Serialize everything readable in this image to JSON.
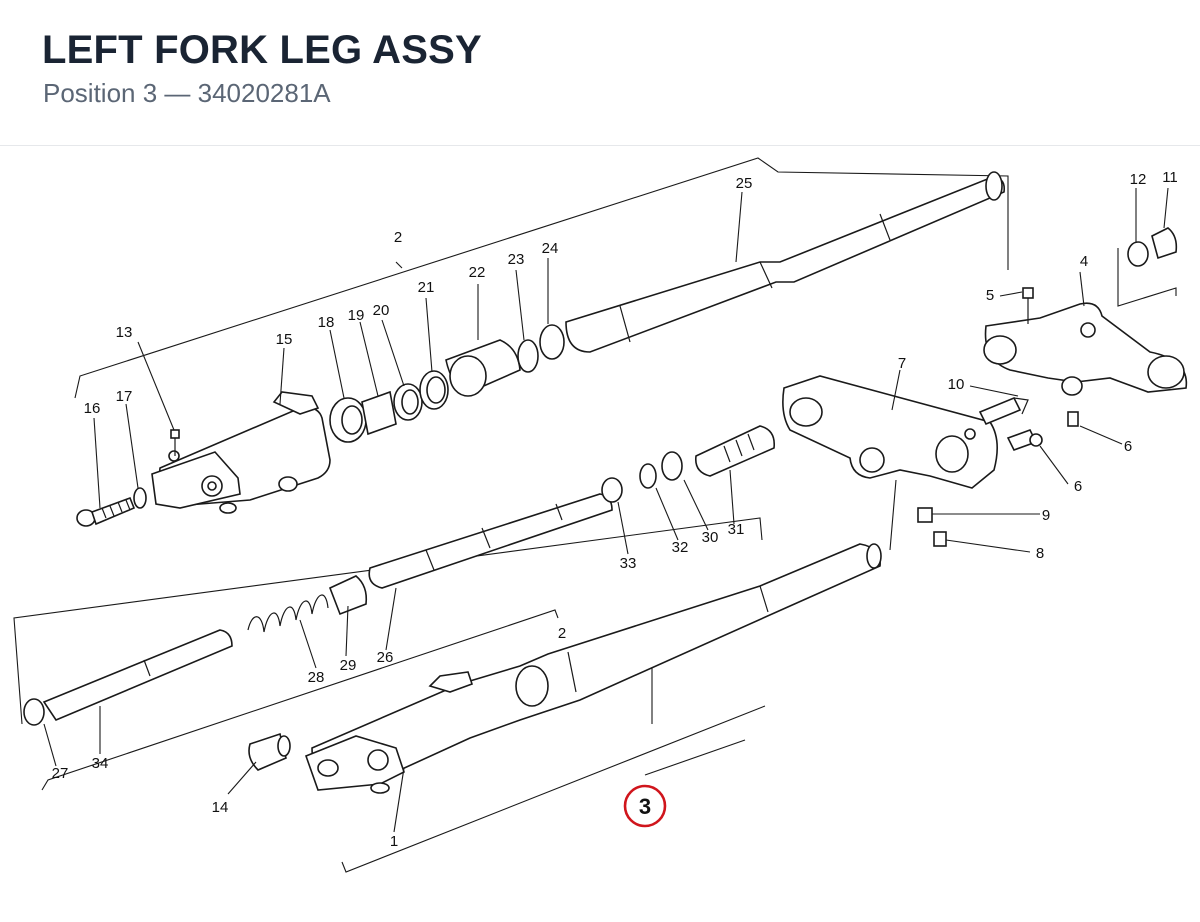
{
  "header": {
    "title": "LEFT FORK LEG ASSY",
    "subtitle": "Position 3 — 34020281A"
  },
  "diagram": {
    "highlight_color": "#d0151c",
    "highlighted_callout": "3",
    "callouts": {
      "c1": "1",
      "c2a": "2",
      "c2b": "2",
      "c3": "3",
      "c4": "4",
      "c5": "5",
      "c6a": "6",
      "c6b": "6",
      "c7": "7",
      "c8": "8",
      "c9": "9",
      "c10": "10",
      "c11": "11",
      "c12": "12",
      "c13": "13",
      "c14": "14",
      "c15": "15",
      "c16": "16",
      "c17": "17",
      "c18": "18",
      "c19": "19",
      "c20": "20",
      "c21": "21",
      "c22": "22",
      "c23": "23",
      "c24": "24",
      "c25": "25",
      "c26": "26",
      "c27": "27",
      "c28": "28",
      "c29": "29",
      "c30": "30",
      "c31": "31",
      "c32": "32",
      "c33": "33",
      "c34": "34"
    }
  }
}
